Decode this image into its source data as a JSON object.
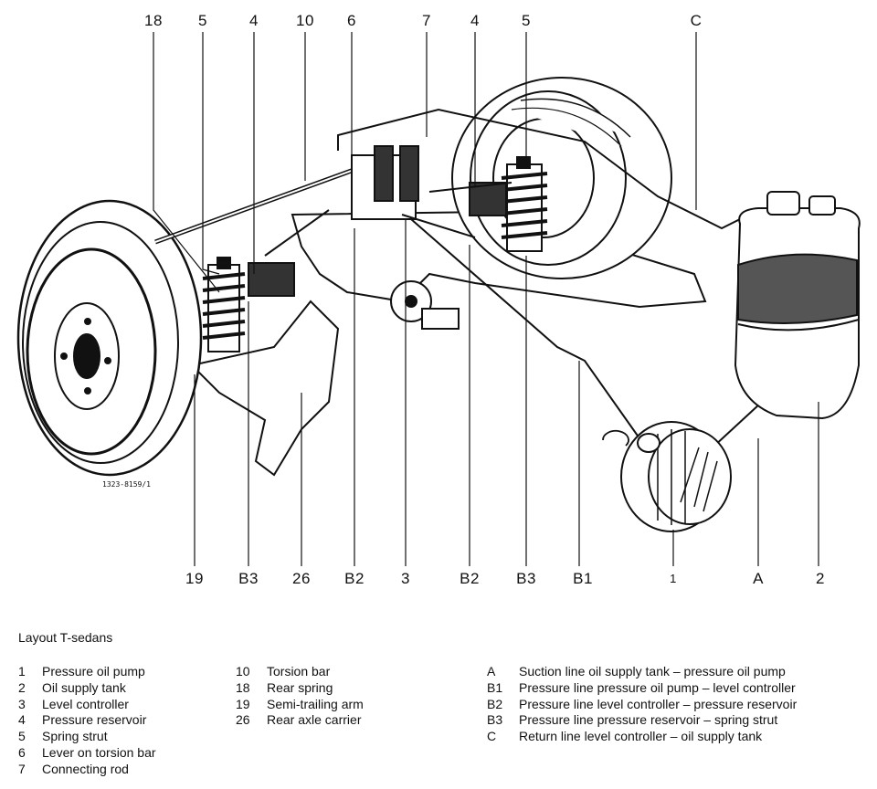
{
  "drawing_code": "1323-8159/1",
  "top_callouts": [
    "18",
    "5",
    "4",
    "10",
    "6",
    "7",
    "4",
    "5",
    "C"
  ],
  "bottom_callouts": [
    "19",
    "B3",
    "26",
    "B2",
    "3",
    "B2",
    "B3",
    "B1",
    "1",
    "A",
    "2"
  ],
  "caption": "Layout T-sedans",
  "legend_numbers": [
    {
      "key": "1",
      "text": "Pressure oil pump"
    },
    {
      "key": "2",
      "text": "Oil supply tank"
    },
    {
      "key": "3",
      "text": "Level controller"
    },
    {
      "key": "4",
      "text": "Pressure reservoir"
    },
    {
      "key": "5",
      "text": "Spring strut"
    },
    {
      "key": "6",
      "text": "Lever on torsion bar"
    },
    {
      "key": "7",
      "text": "Connecting rod"
    }
  ],
  "legend_numbers_2": [
    {
      "key": "10",
      "text": "Torsion bar"
    },
    {
      "key": "18",
      "text": "Rear spring"
    },
    {
      "key": "19",
      "text": "Semi-trailing arm"
    },
    {
      "key": "26",
      "text": "Rear axle carrier"
    }
  ],
  "legend_lines": [
    {
      "key": "A",
      "text": "Suction line oil supply tank – pressure oil pump"
    },
    {
      "key": "B1",
      "text": "Pressure line pressure oil pump – level controller"
    },
    {
      "key": "B2",
      "text": "Pressure line level controller – pressure reservoir"
    },
    {
      "key": "B3",
      "text": "Pressure line pressure reservoir – spring strut"
    },
    {
      "key": "C",
      "text": "Return line level controller – oil supply tank"
    }
  ]
}
